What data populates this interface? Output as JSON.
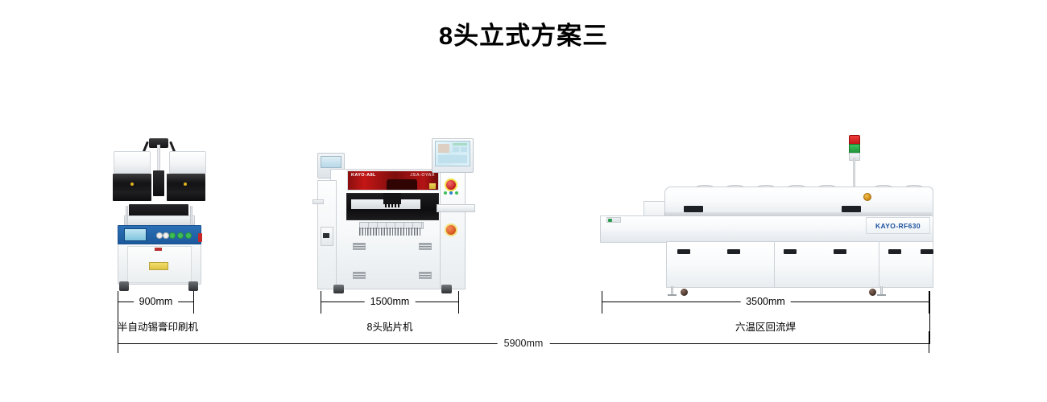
{
  "page": {
    "title": "8头立式方案三"
  },
  "machines": [
    {
      "id": "solder-paste-printer",
      "caption": "半自动锡膏印刷机",
      "dimension": "900mm",
      "panel_screen": "",
      "icons": [
        "touch-screen-icon",
        "start-button-icon",
        "emergency-stop-icon",
        "warning-label-icon"
      ]
    },
    {
      "id": "pick-and-place",
      "caption": "8头贴片机",
      "dimension": "1500mm",
      "brand_left": "KAYO-A8L",
      "brand_right": "JSA-OYAX",
      "icons": [
        "monitor-icon",
        "emergency-stop-icon",
        "feeder-bank-icon"
      ]
    },
    {
      "id": "reflow-oven",
      "caption": "六温区回流焊",
      "dimension": "3500mm",
      "model": "KAYO-RF630",
      "icons": [
        "signal-tower-icon",
        "exhaust-fan-icon",
        "caster-icon"
      ]
    }
  ],
  "total": {
    "dimension": "5900mm"
  },
  "colors": {
    "accent_blue": "#1b4f9c",
    "panel_blue": "#2b6fb5",
    "banner_red": "#c41616",
    "tower_red": "#ef3b3b",
    "tower_green": "#3cc25c",
    "line_black": "#000000"
  }
}
